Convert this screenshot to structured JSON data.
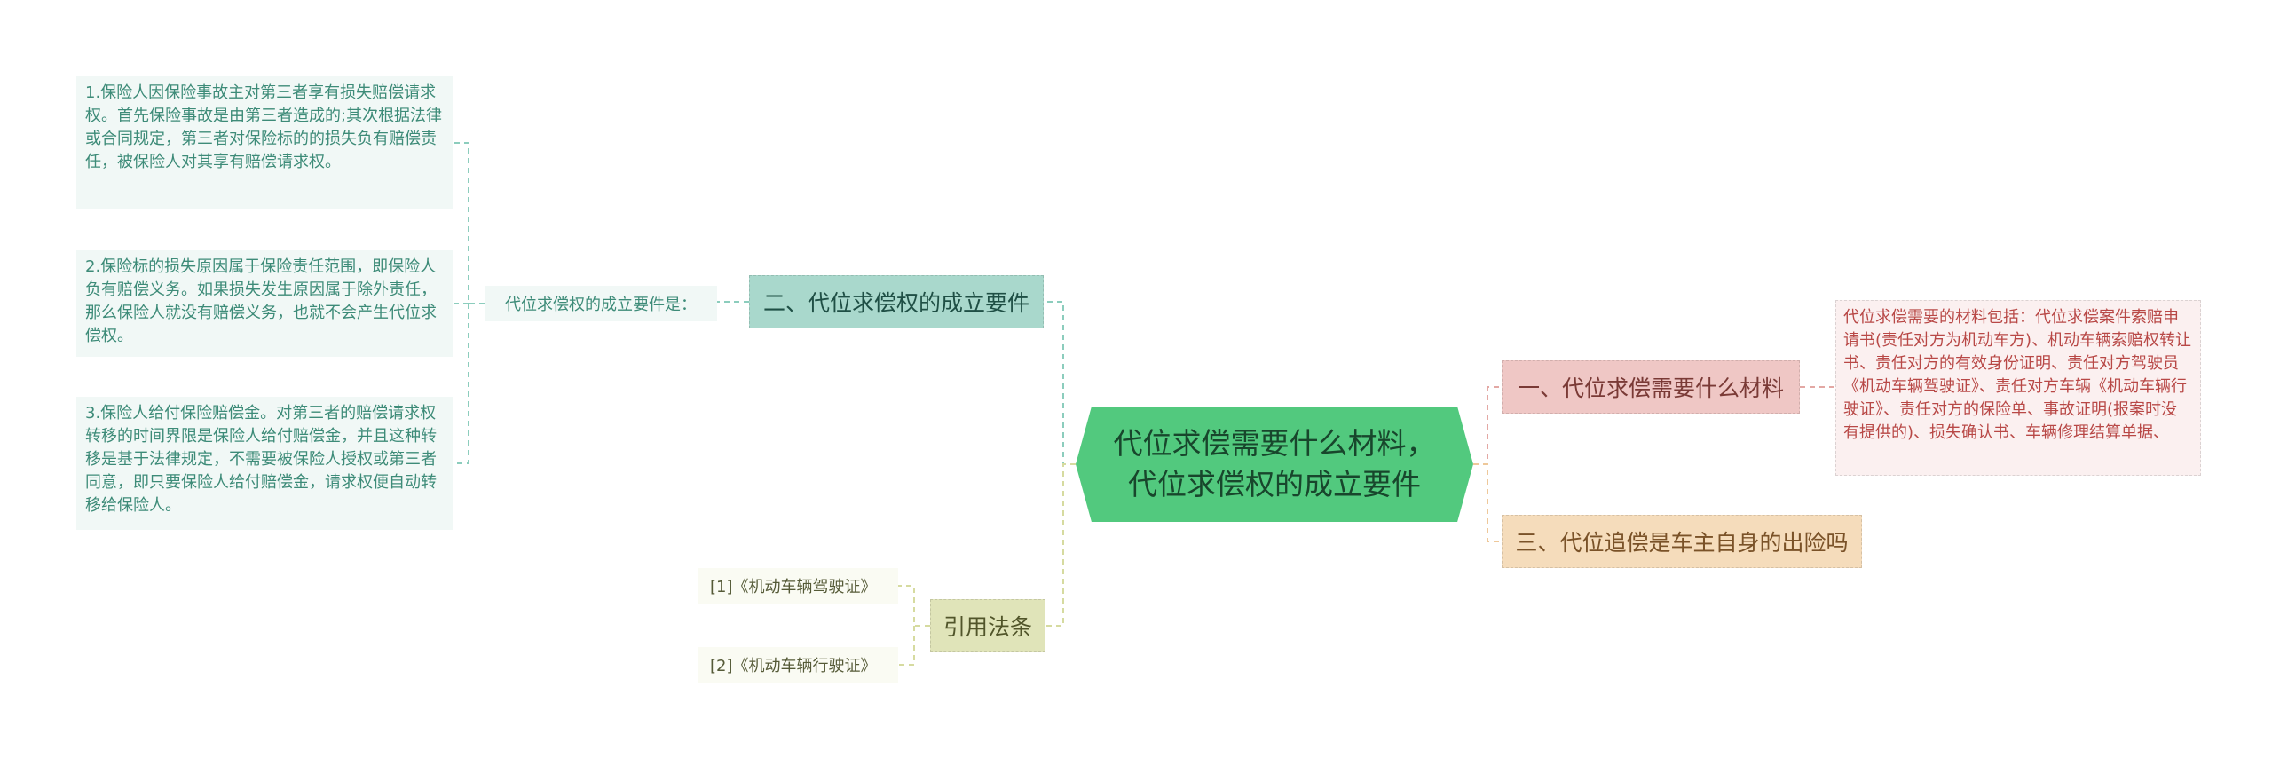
{
  "center": {
    "line1": "代位求偿需要什么材料，",
    "line2": "代位求偿权的成立要件"
  },
  "branches": {
    "materials": {
      "label": "一、代位求偿需要什么材料",
      "detail": "代位求偿需要的材料包括：代位求偿案件索赔申请书(责任对方为机动车方)、机动车辆索赔权转让书、责任对方的有效身份证明、责任对方驾驶员《机动车辆驾驶证》、责任对方车辆《机动车辆行驶证》、责任对方的保险单、事故证明(报案时没有提供的)、损失确认书、车辆修理结算单据、"
    },
    "requirements": {
      "label": "二、代位求偿权的成立要件",
      "middle": "代位求偿权的成立要件是：",
      "items": [
        "1.保险人因保险事故主对第三者享有损失赔偿请求权。首先保险事故是由第三者造成的;其次根据法律或合同规定，第三者对保险标的的损失负有赔偿责任，被保险人对其享有赔偿请求权。",
        "2.保险标的损失原因属于保险责任范围，即保险人负有赔偿义务。如果损失发生原因属于除外责任，那么保险人就没有赔偿义务，也就不会产生代位求偿权。",
        "3.保险人给付保险赔偿金。对第三者的赔偿请求权转移的时间界限是保险人给付赔偿金，并且这种转移是基于法律规定，不需要被保险人授权或第三者同意，即只要保险人给付赔偿金，请求权便自动转移给保险人。"
      ]
    },
    "subrogation": {
      "label": "三、代位追偿是车主自身的出险吗"
    },
    "citations": {
      "label": "引用法条",
      "items": [
        "[1]《机动车辆驾驶证》",
        "[2]《机动车辆行驶证》"
      ]
    }
  },
  "colors": {
    "center": "#52c97e",
    "materials": "#efc7c5",
    "requirements": "#a9d8cc",
    "subrogation": "#f5dcbb",
    "citations": "#e0e4b9"
  }
}
